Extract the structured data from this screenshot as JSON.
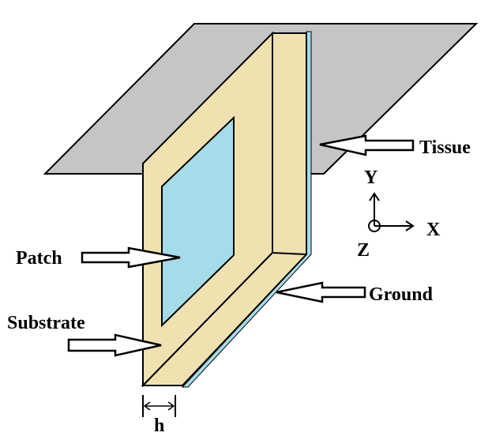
{
  "labels": {
    "tissue": "Tissue",
    "patch": "Patch",
    "ground": "Ground",
    "substrate": "Substrate",
    "thickness": "h"
  },
  "axes": {
    "x": "X",
    "y": "Y",
    "z": "Z"
  },
  "colors": {
    "tissue": "#c5c5c5",
    "substrate": "#efe2b0",
    "substrate_side": "#e8d8a0",
    "patch": "#a6dbe9",
    "ground": "#a6dbe9",
    "outline": "#000000"
  }
}
